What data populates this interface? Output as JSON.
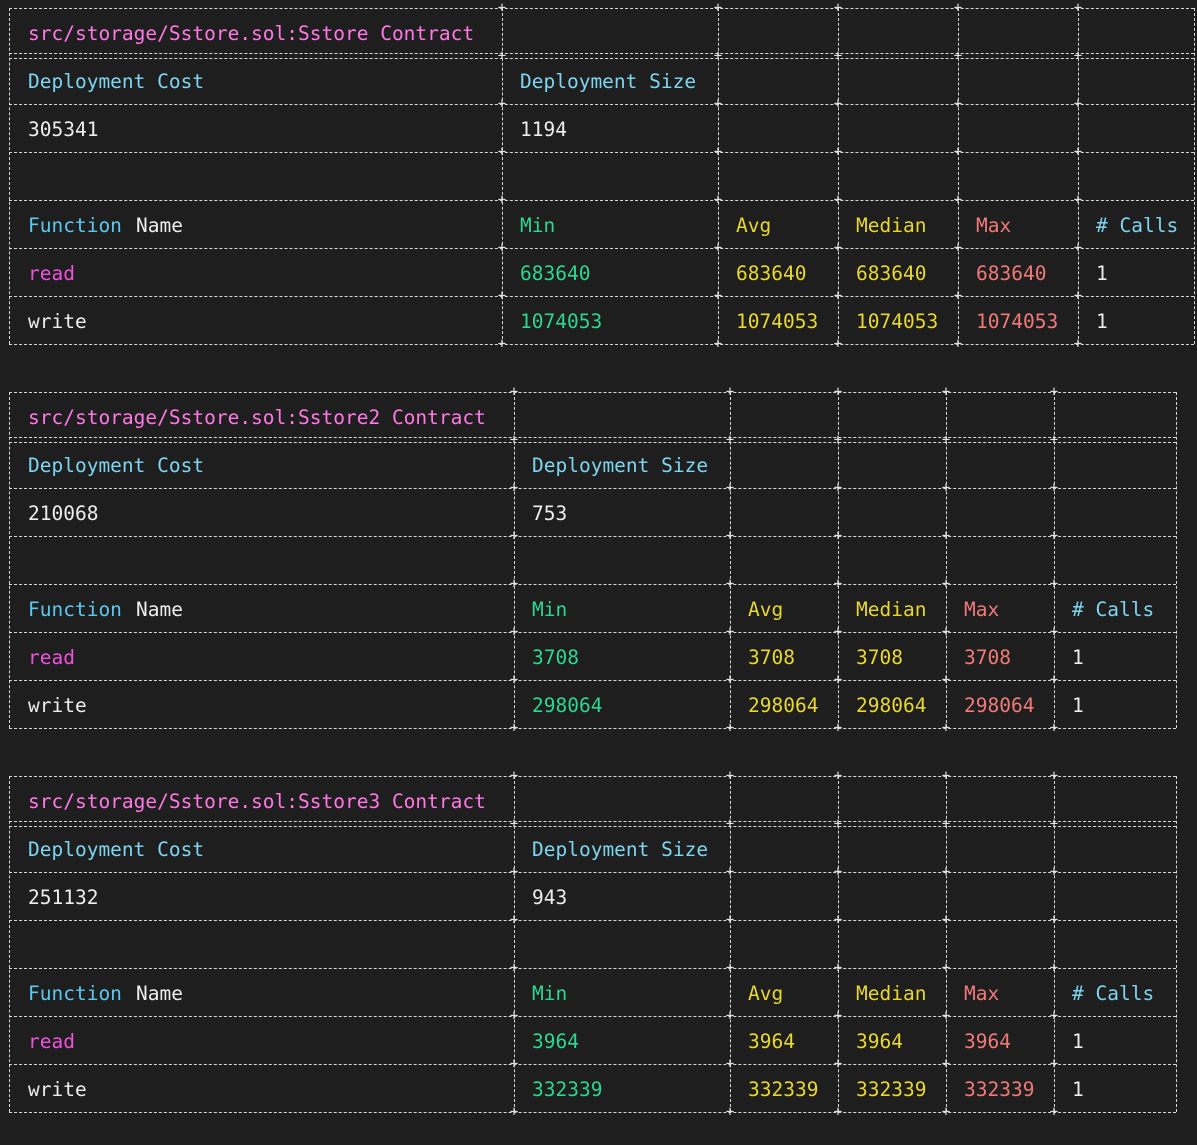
{
  "theme": {
    "background": "#1e1e1e",
    "title_color": "#ff79e5",
    "header_color": "#7fd6f0",
    "function_label_color": "#5cc8f0",
    "read_color": "#f052e0",
    "min_color": "#2ed68f",
    "avg_median_color": "#e8d830",
    "max_color": "#f07a78"
  },
  "tables": [
    {
      "contract_title": "src/storage/Sstore.sol:Sstore Contract",
      "deployment_cost_label": "Deployment Cost",
      "deployment_size_label": "Deployment Size",
      "deployment_cost": "305341",
      "deployment_size": "1194",
      "function_label": "Function",
      "name_label": "Name",
      "min_label": "Min",
      "avg_label": "Avg",
      "median_label": "Median",
      "max_label": "Max",
      "calls_label": "# Calls",
      "functions": [
        {
          "name": "read",
          "min": "683640",
          "avg": "683640",
          "median": "683640",
          "max": "683640",
          "calls": "1"
        },
        {
          "name": "write",
          "min": "1074053",
          "avg": "1074053",
          "median": "1074053",
          "max": "1074053",
          "calls": "1"
        }
      ]
    },
    {
      "contract_title": "src/storage/Sstore.sol:Sstore2 Contract",
      "deployment_cost_label": "Deployment Cost",
      "deployment_size_label": "Deployment Size",
      "deployment_cost": "210068",
      "deployment_size": "753",
      "function_label": "Function",
      "name_label": "Name",
      "min_label": "Min",
      "avg_label": "Avg",
      "median_label": "Median",
      "max_label": "Max",
      "calls_label": "# Calls",
      "functions": [
        {
          "name": "read",
          "min": "3708",
          "avg": "3708",
          "median": "3708",
          "max": "3708",
          "calls": "1"
        },
        {
          "name": "write",
          "min": "298064",
          "avg": "298064",
          "median": "298064",
          "max": "298064",
          "calls": "1"
        }
      ]
    },
    {
      "contract_title": "src/storage/Sstore.sol:Sstore3 Contract",
      "deployment_cost_label": "Deployment Cost",
      "deployment_size_label": "Deployment Size",
      "deployment_cost": "251132",
      "deployment_size": "943",
      "function_label": "Function",
      "name_label": "Name",
      "min_label": "Min",
      "avg_label": "Avg",
      "median_label": "Median",
      "max_label": "Max",
      "calls_label": "# Calls",
      "functions": [
        {
          "name": "read",
          "min": "3964",
          "avg": "3964",
          "median": "3964",
          "max": "3964",
          "calls": "1"
        },
        {
          "name": "write",
          "min": "332339",
          "avg": "332339",
          "median": "332339",
          "max": "332339",
          "calls": "1"
        }
      ]
    }
  ]
}
